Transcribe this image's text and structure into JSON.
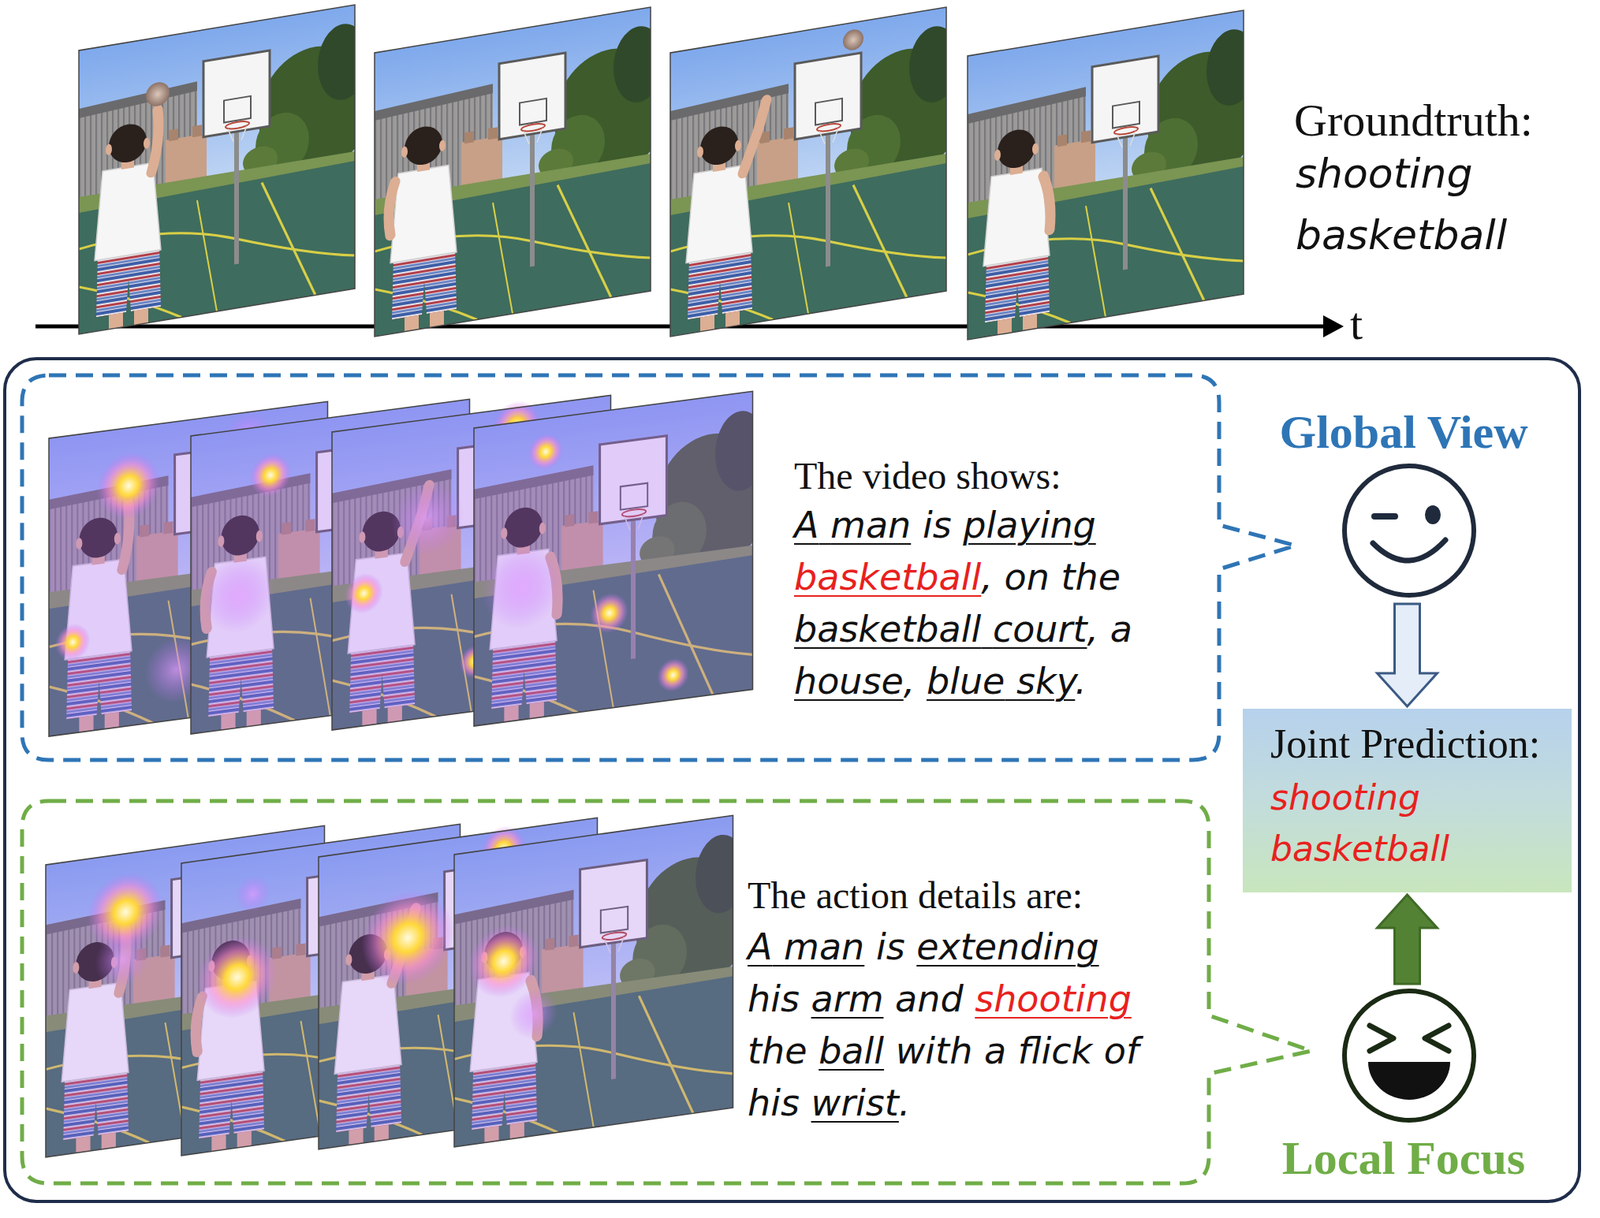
{
  "diagram": {
    "nodes": [
      {
        "text": [
          "The video shows:",
          "A man is playing basketball, on the basketball court, a house, blue sky."
        ]
      },
      {
        "text": [
          "Global View"
        ]
      },
      {
        "text": [
          "Joint Prediction:",
          "shooting basketball"
        ]
      },
      {
        "text": [
          "The action details are:",
          "A man is extending his arm and shooting the ball with a flick of his wrist."
        ]
      },
      {
        "text": [
          "Local Focus"
        ]
      }
    ],
    "edges": [
      {
        "from": 1,
        "to": 2,
        "arrow": "to"
      },
      {
        "from": 4,
        "to": 2,
        "arrow": "to"
      }
    ],
    "labels": [
      "Groundtruth:",
      "shooting basketball",
      "t"
    ]
  }
}
